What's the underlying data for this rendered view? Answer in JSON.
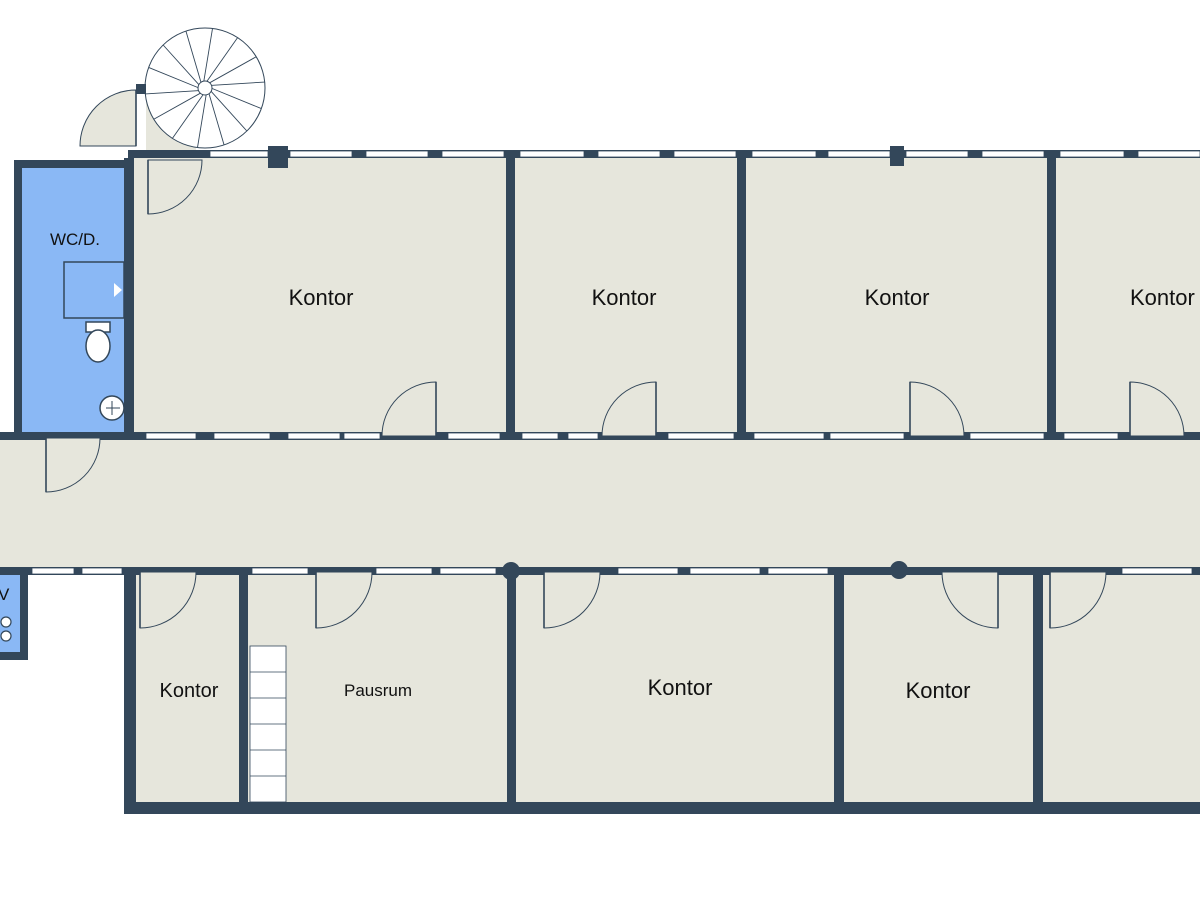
{
  "colors": {
    "wall": "#33475a",
    "floor": "#e6e6dc",
    "wet_room": "#8ab8f5",
    "window": "#ffffff",
    "door_line": "#33475a",
    "background": "#ffffff"
  },
  "rooms": {
    "office_top_1": "Kontor",
    "office_top_2": "Kontor",
    "office_top_3": "Kontor",
    "office_top_4": "Kontor",
    "wc": "WC/D.",
    "office_bottom_1": "Kontor",
    "break_room": "Pausrum",
    "office_bottom_2": "Kontor",
    "office_bottom_3": "Kontor",
    "edge_partial_label": "V"
  },
  "icons": {
    "stair": "spiral-staircase-icon",
    "stairs_straight": "straight-stairs-icon",
    "toilet": "toilet-icon",
    "sink": "sink-icon",
    "shower": "shower-icon",
    "washer": "washing-machine-icon"
  }
}
